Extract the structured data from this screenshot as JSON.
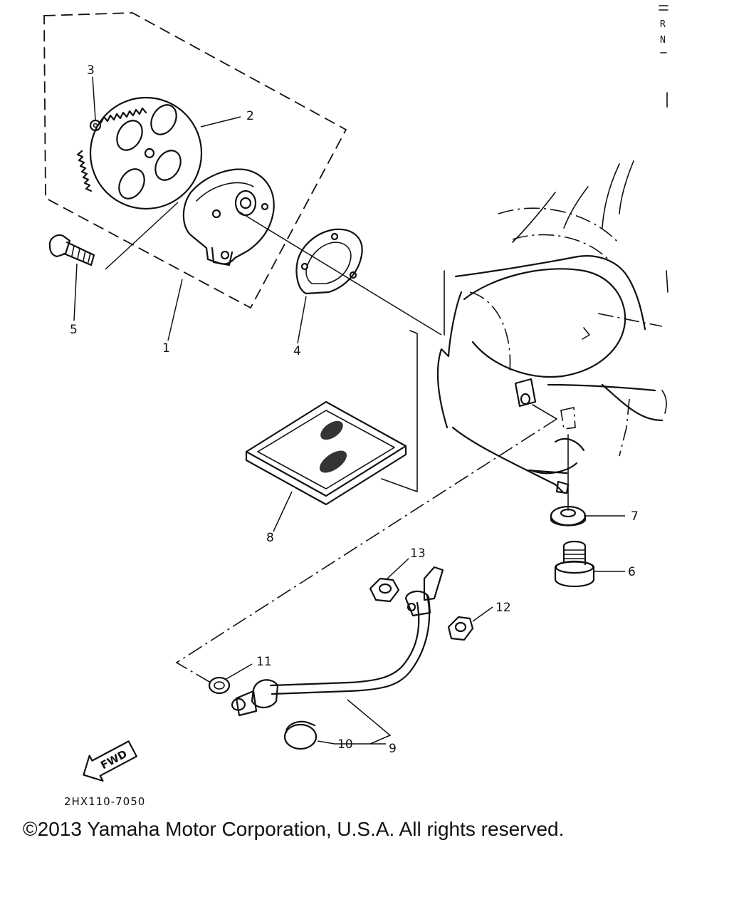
{
  "diagram": {
    "callouts": [
      "1",
      "2",
      "3",
      "4",
      "5",
      "6",
      "7",
      "8",
      "9",
      "10",
      "11",
      "12",
      "13"
    ],
    "fwd_label": "FWD",
    "drawing_code": "2HX110-7050",
    "edge_marks": [
      "R",
      "N"
    ]
  },
  "footer": {
    "copyright": "©2013 Yamaha Motor Corporation, U.S.A. All rights reserved."
  }
}
